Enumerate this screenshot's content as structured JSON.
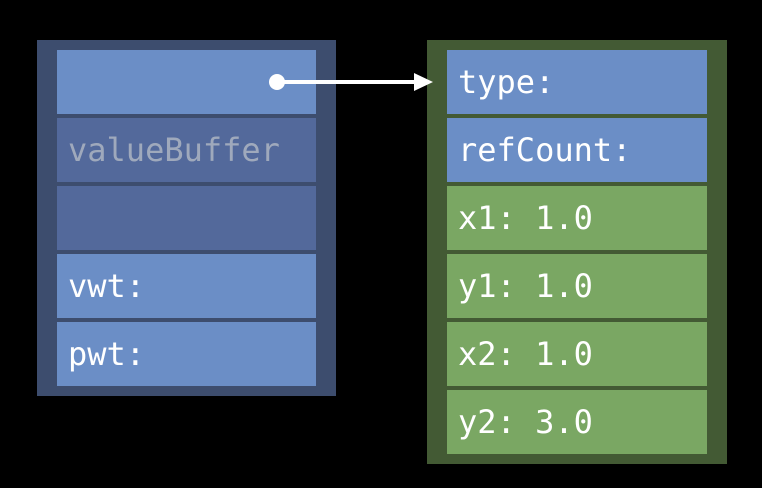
{
  "colors": {
    "background": "#000000",
    "panel-blue-border": "#3d4d6e",
    "row-light-blue": "#6b8ec6",
    "row-muted-blue": "#53699b",
    "panel-green-border": "#435a34",
    "row-green": "#7aa763",
    "text-white": "#ffffff",
    "text-gray": "#9fa9bc",
    "arrow": "#ffffff"
  },
  "left_box": {
    "rows": [
      {
        "label": ""
      },
      {
        "label": "valueBuffer"
      },
      {
        "label": ""
      },
      {
        "label": "vwt:"
      },
      {
        "label": "pwt:"
      }
    ]
  },
  "right_box": {
    "rows": [
      {
        "label": "type:"
      },
      {
        "label": "refCount:"
      },
      {
        "label": "x1: 1.0"
      },
      {
        "label": "y1: 1.0"
      },
      {
        "label": "x2: 1.0"
      },
      {
        "label": "y2: 3.0"
      }
    ]
  }
}
